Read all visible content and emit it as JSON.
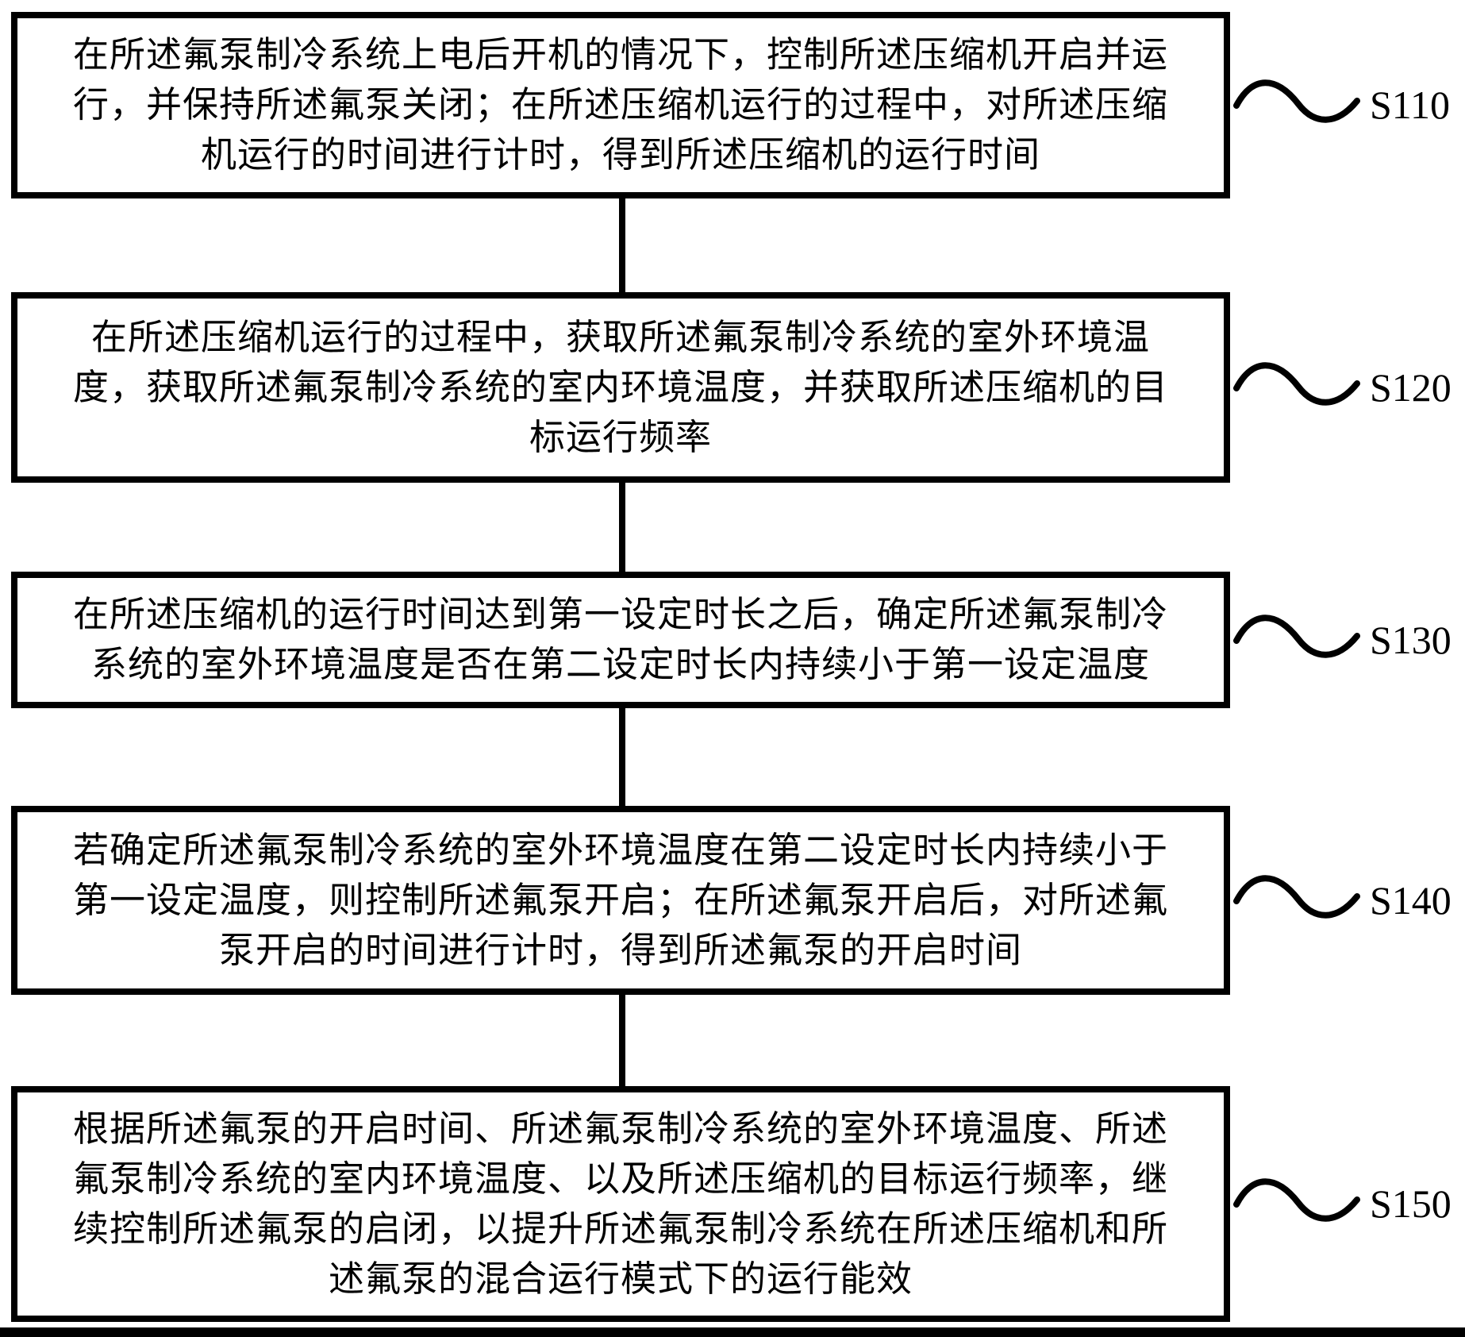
{
  "colors": {
    "line": "#000000",
    "background": "#ffffff"
  },
  "steps": [
    {
      "id": "S110",
      "lines": [
        "在所述氟泵制冷系统上电后开机的情况下，控制所述压缩机开启并运",
        "行，并保持所述氟泵关闭；在所述压缩机运行的过程中，对所述压缩",
        "机运行的时间进行计时，得到所述压缩机的运行时间"
      ]
    },
    {
      "id": "S120",
      "lines": [
        "在所述压缩机运行的过程中，获取所述氟泵制冷系统的室外环境温",
        "度，获取所述氟泵制冷系统的室内环境温度，并获取所述压缩机的目",
        "标运行频率"
      ]
    },
    {
      "id": "S130",
      "lines": [
        "在所述压缩机的运行时间达到第一设定时长之后，确定所述氟泵制冷",
        "系统的室外环境温度是否在第二设定时长内持续小于第一设定温度"
      ]
    },
    {
      "id": "S140",
      "lines": [
        "若确定所述氟泵制冷系统的室外环境温度在第二设定时长内持续小于",
        "第一设定温度，则控制所述氟泵开启；在所述氟泵开启后，对所述氟",
        "泵开启的时间进行计时，得到所述氟泵的开启时间"
      ]
    },
    {
      "id": "S150",
      "lines": [
        "根据所述氟泵的开启时间、所述氟泵制冷系统的室外环境温度、所述",
        "氟泵制冷系统的室内环境温度、以及所述压缩机的目标运行频率，继",
        "续控制所述氟泵的启闭，以提升所述氟泵制冷系统在所述压缩机和所",
        "述氟泵的混合运行模式下的运行能效"
      ]
    }
  ]
}
